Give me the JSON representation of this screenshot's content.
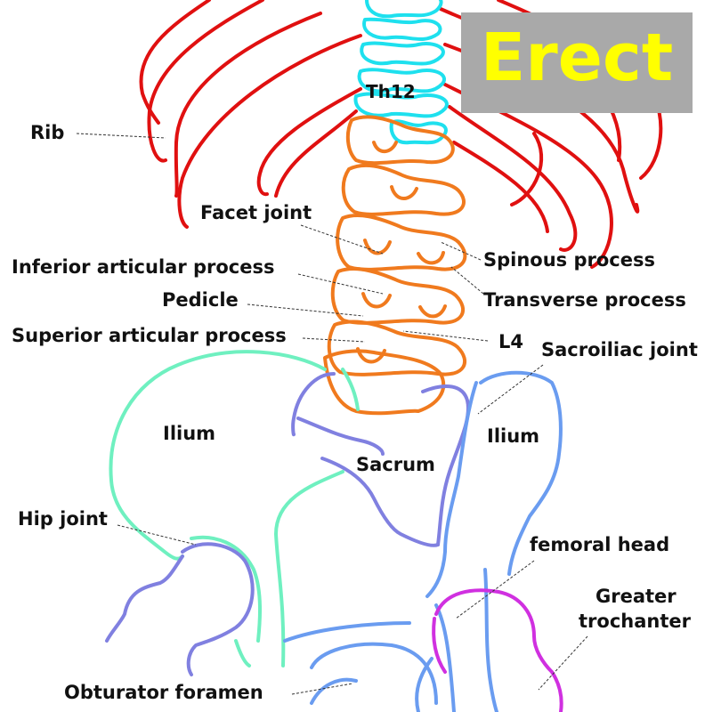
{
  "title": "Erect",
  "colors": {
    "rib": "#e01010",
    "thoracic": "#1ee0ee",
    "lumbar": "#f07a1e",
    "ilium": "#6ff0c0",
    "sacrum": "#8080e0",
    "pelvis": "#6a9cf0",
    "femur": "#d030e0",
    "badge_bg": "#a9a9a9",
    "badge_text": "#ffff00"
  },
  "labels": {
    "rib": "Rib",
    "th12": "Th12",
    "facet_joint": "Facet joint",
    "inferior_articular_process": "Inferior articular process",
    "pedicle": "Pedicle",
    "superior_articular_process": "Superior articular process",
    "spinous_process": "Spinous process",
    "transverse_process": "Transverse process",
    "l4": "L4",
    "sacroiliac_joint": "Sacroiliac joint",
    "ilium_left": "Ilium",
    "ilium_right": "Ilium",
    "sacrum": "Sacrum",
    "hip_joint": "Hip joint",
    "femoral_head": "femoral head",
    "greater_trochanter_line1": "Greater",
    "greater_trochanter_line2": "trochanter",
    "obturator_foramen": "Obturator foramen"
  }
}
